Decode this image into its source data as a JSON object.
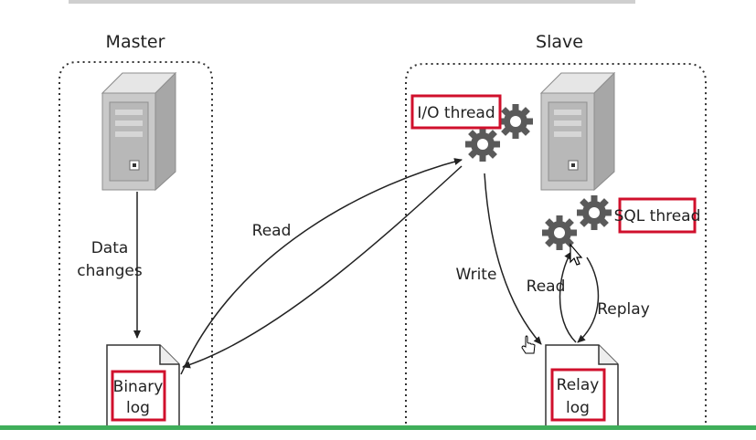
{
  "diagram": {
    "master_title": "Master",
    "slave_title": "Slave",
    "data_changes_line1": "Data",
    "data_changes_line2": "changes",
    "binary_log_line1": "Binary",
    "binary_log_line2": "log",
    "relay_log_line1": "Relay",
    "relay_log_line2": "log",
    "io_thread": "I/O thread",
    "sql_thread": "SQL thread",
    "read_master": "Read",
    "write": "Write",
    "read_relay": "Read",
    "replay": "Replay"
  },
  "colors": {
    "highlight_red": "#d0102c",
    "progress_green": "#3fae5a",
    "gear": "#5a5a5a",
    "server": "#bdbdbd"
  }
}
